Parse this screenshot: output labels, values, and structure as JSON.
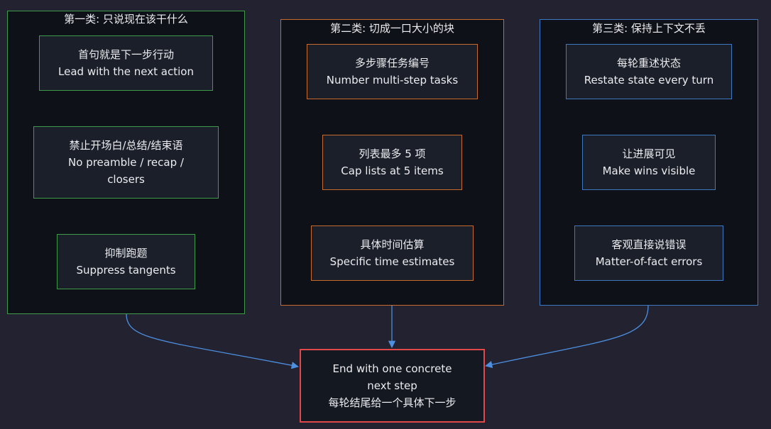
{
  "colors": {
    "background": "#222230",
    "group_fill": "#0e1117",
    "node_fill": "#1a1f29",
    "green": "#3f9a4a",
    "orange": "#c56b2f",
    "blue": "#3d78c0",
    "red": "#e0484a",
    "edge": "#4d8fe0"
  },
  "groups": [
    {
      "title": "第一类: 只说现在该干什么",
      "nodes": [
        {
          "zh": "首句就是下一步行动",
          "en": "Lead with the next action"
        },
        {
          "zh": "禁止开场白/总结/结束语",
          "en": "No preamble / recap /",
          "en2": "closers"
        },
        {
          "zh": "抑制跑题",
          "en": "Suppress tangents"
        }
      ]
    },
    {
      "title": "第二类: 切成一口大小的块",
      "nodes": [
        {
          "zh": "多步骤任务编号",
          "en": "Number multi-step tasks"
        },
        {
          "zh": "列表最多 5 项",
          "en": "Cap lists at 5 items"
        },
        {
          "zh": "具体时间估算",
          "en": "Specific time estimates"
        }
      ]
    },
    {
      "title": "第三类: 保持上下文不丢",
      "nodes": [
        {
          "zh": "每轮重述状态",
          "en": "Restate state every turn"
        },
        {
          "zh": "让进展可见",
          "en": "Make wins visible"
        },
        {
          "zh": "客观直接说错误",
          "en": "Matter-of-fact errors"
        }
      ]
    }
  ],
  "final": {
    "line1": "End with one concrete",
    "line2": "next step",
    "line3": "每轮结尾给一个具体下一步"
  }
}
